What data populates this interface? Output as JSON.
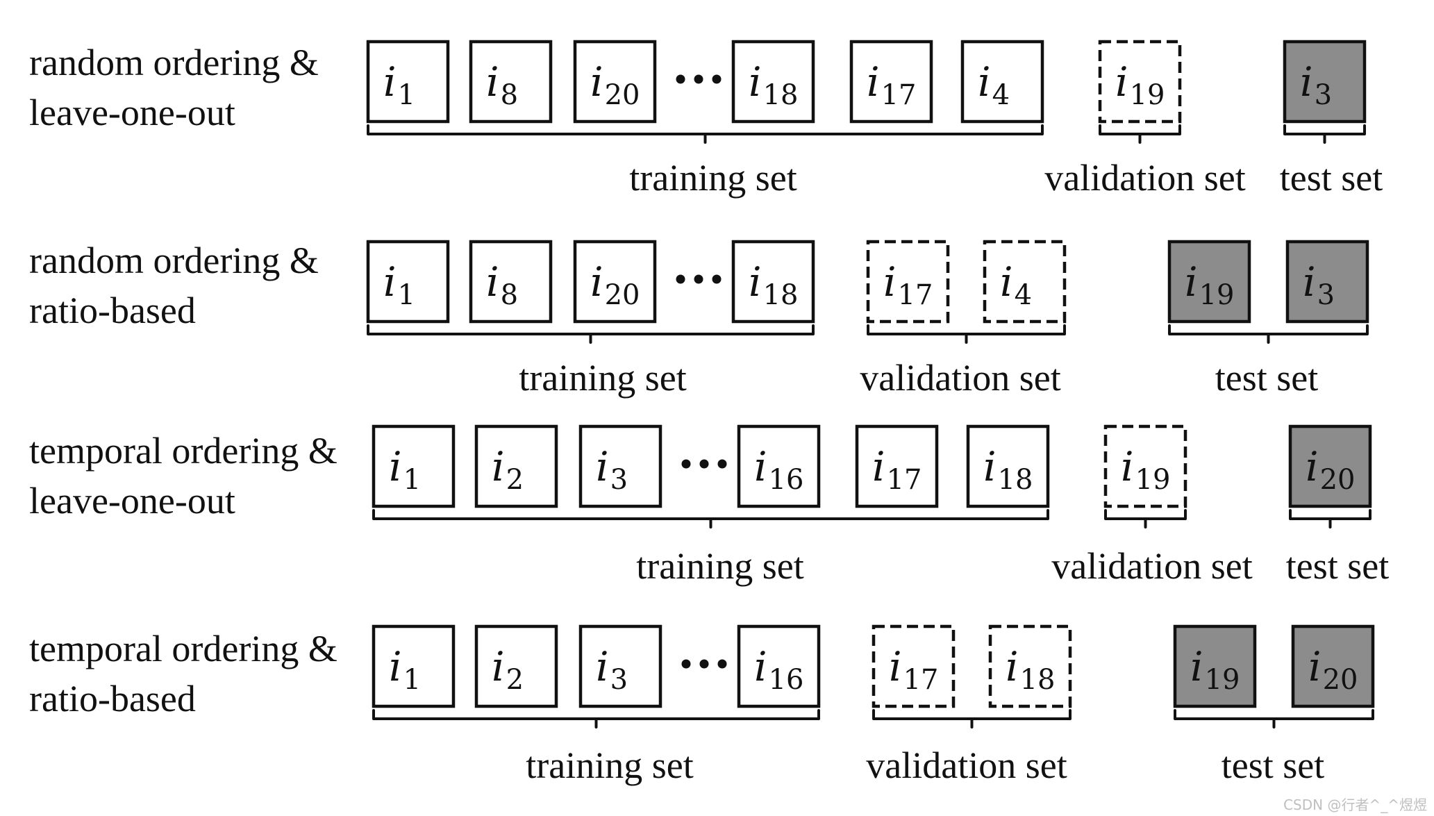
{
  "rows": [
    {
      "label_lines": [
        "random ordering &",
        "leave-one-out"
      ],
      "groups": [
        {
          "name": "training set",
          "style": "solid",
          "items": [
            "1",
            "8",
            "20",
            "ellipsis",
            "18",
            "17",
            "4"
          ]
        },
        {
          "name": "validation set",
          "style": "dashed",
          "items": [
            "19"
          ]
        },
        {
          "name": "test set",
          "style": "filled",
          "items": [
            "3"
          ]
        }
      ]
    },
    {
      "label_lines": [
        "random ordering &",
        "ratio-based"
      ],
      "groups": [
        {
          "name": "training set",
          "style": "solid",
          "items": [
            "1",
            "8",
            "20",
            "ellipsis",
            "18"
          ]
        },
        {
          "name": "validation set",
          "style": "dashed",
          "items": [
            "17",
            "4"
          ]
        },
        {
          "name": "test set",
          "style": "filled",
          "items": [
            "19",
            "3"
          ]
        }
      ]
    },
    {
      "label_lines": [
        "temporal ordering &",
        "leave-one-out"
      ],
      "groups": [
        {
          "name": "training set",
          "style": "solid",
          "items": [
            "1",
            "2",
            "3",
            "ellipsis",
            "16",
            "17",
            "18"
          ]
        },
        {
          "name": "validation set",
          "style": "dashed",
          "items": [
            "19"
          ]
        },
        {
          "name": "test set",
          "style": "filled",
          "items": [
            "20"
          ]
        }
      ]
    },
    {
      "label_lines": [
        "temporal ordering &",
        "ratio-based"
      ],
      "groups": [
        {
          "name": "training set",
          "style": "solid",
          "items": [
            "1",
            "2",
            "3",
            "ellipsis",
            "16"
          ]
        },
        {
          "name": "validation set",
          "style": "dashed",
          "items": [
            "17",
            "18"
          ]
        },
        {
          "name": "test set",
          "style": "filled",
          "items": [
            "19",
            "20"
          ]
        }
      ]
    }
  ],
  "item_letter": "i",
  "watermark": "CSDN @行者^_^煜煜",
  "colors": {
    "stroke": "#111111",
    "test_fill": "#8c8c8c",
    "background": "#ffffff"
  }
}
